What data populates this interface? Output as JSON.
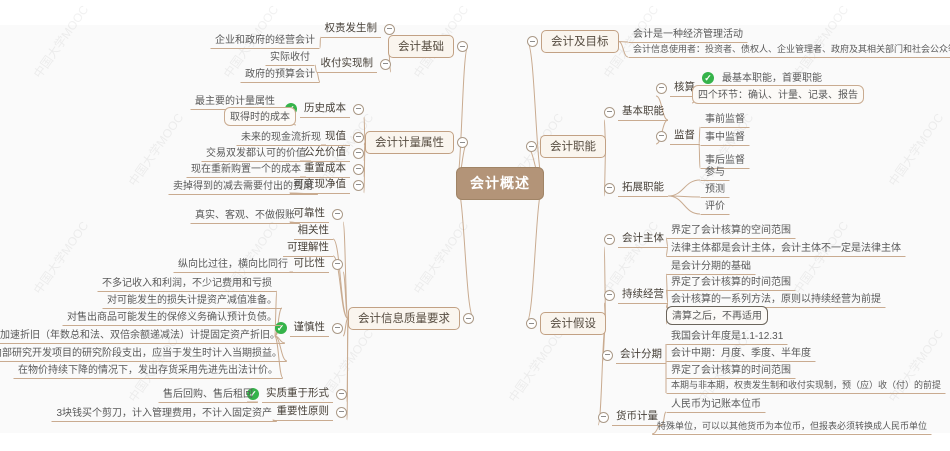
{
  "watermark": "中国大学MOOC",
  "colors": {
    "canvas_background": "#fafafa",
    "branch_line": "#c9ab90",
    "center_background": "#b39478",
    "topic_background": "#faf5ee",
    "topic_border": "#c2a184",
    "check_green": "#35b34a",
    "highlight_border": "#6b655c"
  },
  "map": {
    "center": {
      "label": "会计概述"
    },
    "left": [
      {
        "label": "会计基础",
        "children": [
          {
            "label": "权责发生制",
            "children": [
              {
                "label": "企业和政府的经营会计"
              }
            ]
          },
          {
            "label": "收付实现制",
            "children": [
              {
                "label": "实际收付"
              },
              {
                "label": "政府的预算会计"
              }
            ]
          }
        ]
      },
      {
        "label": "会计计量属性",
        "children": [
          {
            "label": "历史成本",
            "check": true,
            "children": [
              {
                "label": "最主要的计量属性"
              },
              {
                "label": "取得时的成本",
                "boxed": true
              }
            ]
          },
          {
            "label": "现值",
            "children": [
              {
                "label": "未来的现金流折现"
              }
            ]
          },
          {
            "label": "公允价值",
            "children": [
              {
                "label": "交易双发都认可的价值"
              }
            ]
          },
          {
            "label": "重置成本",
            "children": [
              {
                "label": "现在重新购置一个的成本"
              }
            ]
          },
          {
            "label": "可变现净值",
            "children": [
              {
                "label": "卖掉得到的减去需要付出的费用"
              }
            ]
          }
        ]
      },
      {
        "label": "会计信息质量要求",
        "children": [
          {
            "label": "可靠性",
            "children": [
              {
                "label": "真实、客观、不做假账"
              }
            ]
          },
          {
            "label": "相关性"
          },
          {
            "label": "可理解性"
          },
          {
            "label": "可比性",
            "children": [
              {
                "label": "纵向比过往，横向比同行"
              }
            ]
          },
          {
            "label": "谨慎性",
            "check": true,
            "children": [
              {
                "label": "不多记收入和利润，不少记费用和亏损"
              },
              {
                "label": "对可能发生的损失计提资产减值准备。"
              },
              {
                "label": "对售出商品可能发生的保修义务确认预计负债。"
              },
              {
                "label": "加速折旧（年数总和法、双倍余额递减法）计提固定资产折旧。"
              },
              {
                "label": "企业内部研究开发项目的研究阶段支出，应当于发生时计入当期损益。"
              },
              {
                "label": "在物价持续下降的情况下，发出存货采用先进先出法计价。"
              }
            ]
          },
          {
            "label": "实质重于形式",
            "check": true,
            "children": [
              {
                "label": "售后回购、售后租回"
              }
            ]
          },
          {
            "label": "重要性原则",
            "children": [
              {
                "label": "3块钱买个剪刀，计入管理费用，不计入固定资产"
              }
            ]
          }
        ]
      }
    ],
    "right": [
      {
        "label": "会计及目标",
        "children": [
          {
            "label": "会计是一种经济管理活动"
          },
          {
            "label": "会计信息使用者：投资者、债权人、企业管理者、政府及其相关部门和社会公众等。"
          }
        ]
      },
      {
        "label": "会计职能",
        "children": [
          {
            "label": "基本职能",
            "children": [
              {
                "label": "核算",
                "children": [
                  {
                    "label": "最基本职能，首要职能",
                    "check": true
                  },
                  {
                    "label": "四个环节：确认、计量、记录、报告",
                    "boxed": true
                  }
                ]
              },
              {
                "label": "监督",
                "children": [
                  {
                    "label": "事前监督"
                  },
                  {
                    "label": "事中监督"
                  },
                  {
                    "label": "事后监督"
                  }
                ]
              }
            ]
          },
          {
            "label": "拓展职能",
            "children": [
              {
                "label": "参与"
              },
              {
                "label": "预测"
              },
              {
                "label": "评价"
              }
            ]
          }
        ]
      },
      {
        "label": "会计假设",
        "children": [
          {
            "label": "会计主体",
            "children": [
              {
                "label": "界定了会计核算的空间范围"
              },
              {
                "label": "法律主体都是会计主体，会计主体不一定是法律主体"
              }
            ]
          },
          {
            "label": "持续经营",
            "children": [
              {
                "label": "是会计分期的基础"
              },
              {
                "label": "界定了会计核算的时间范围"
              },
              {
                "label": "会计核算的一系列方法，原则以持续经营为前提"
              },
              {
                "label": "清算之后，不再适用",
                "boxed": true,
                "highlight": true
              }
            ]
          },
          {
            "label": "会计分期",
            "children": [
              {
                "label": "我国会计年度是1.1-12.31"
              },
              {
                "label": "会计中期：月度、季度、半年度"
              },
              {
                "label": "界定了会计核算的时间范围"
              },
              {
                "label": "本期与非本期，权责发生制和收付实现制，预（应）收（付）的前提"
              }
            ]
          },
          {
            "label": "货币计量",
            "children": [
              {
                "label": "人民币为记账本位币"
              },
              {
                "label": "特殊单位，可以以其他货币为本位币，但报表必须转换成人民币单位"
              }
            ]
          }
        ]
      }
    ]
  }
}
